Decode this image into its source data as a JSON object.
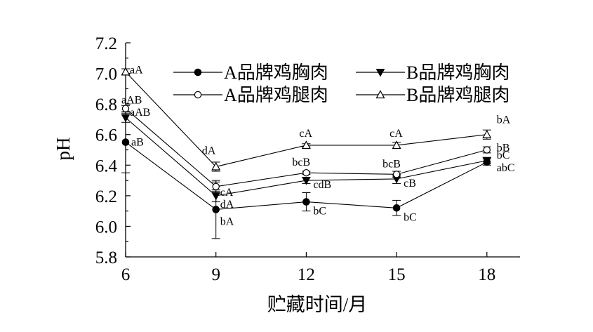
{
  "chart_data": {
    "type": "line",
    "title": "",
    "xlabel": "贮藏时间/月",
    "ylabel": "pH",
    "x": [
      6,
      9,
      12,
      15,
      18
    ],
    "xticks": [
      "6",
      "9",
      "12",
      "15",
      "18"
    ],
    "xlim": [
      6,
      19.1
    ],
    "ylim": [
      5.8,
      7.2
    ],
    "yticks": [
      "5.8",
      "6.0",
      "6.2",
      "6.4",
      "6.6",
      "6.8",
      "7.0",
      "7.2"
    ],
    "grid": false,
    "legend_position": "top",
    "series": [
      {
        "name": "A品牌鸡胸肉",
        "marker": "filled-circle",
        "values": [
          6.55,
          6.11,
          6.16,
          6.12,
          6.42
        ],
        "errors": [
          0.2,
          0.19,
          0.06,
          0.05,
          0.02
        ],
        "labels": [
          "aB",
          "bA",
          "bC",
          "bC",
          "abC"
        ]
      },
      {
        "name": "B品牌鸡胸肉",
        "marker": "filled-triangle-down",
        "values": [
          6.71,
          6.2,
          6.3,
          6.31,
          6.43
        ],
        "errors": [
          0.03,
          0.04,
          0.02,
          0.03,
          0.02
        ],
        "labels": [
          "aAB",
          "dA",
          "cdB",
          "cB",
          "bC"
        ]
      },
      {
        "name": "A品牌鸡腿肉",
        "marker": "open-circle",
        "values": [
          6.77,
          6.26,
          6.35,
          6.34,
          6.5
        ],
        "errors": [
          0.02,
          0.03,
          0.01,
          0.02,
          0.02
        ],
        "labels": [
          "aAB",
          "cA",
          "bcB",
          "bcB",
          "bB"
        ]
      },
      {
        "name": "B品牌鸡腿肉",
        "marker": "open-triangle-up",
        "values": [
          7.01,
          6.39,
          6.53,
          6.53,
          6.6
        ],
        "errors": [
          0.02,
          0.03,
          0.01,
          0.02,
          0.03
        ],
        "labels": [
          "aA",
          "dA",
          "cA",
          "cA",
          "bA"
        ]
      }
    ]
  }
}
